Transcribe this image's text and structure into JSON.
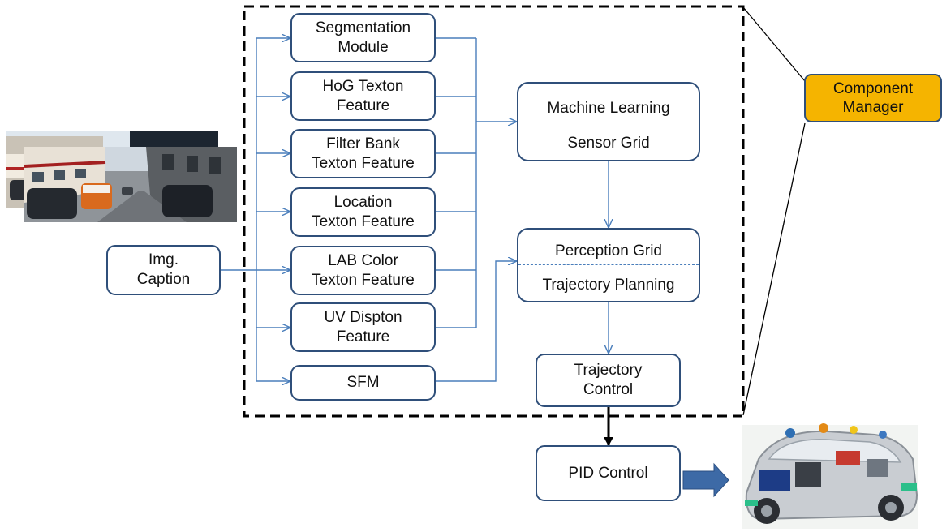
{
  "colors": {
    "node_border": "#2f4f7a",
    "connector": "#4a7ebb",
    "manager_fill": "#f5b400",
    "boundary": "#000000",
    "pid_arrow": "#3d6aa6"
  },
  "nodes": {
    "img_caption": [
      "Img.",
      "Caption"
    ],
    "segmentation": [
      "Segmentation",
      "Module"
    ],
    "hog": [
      "HoG Texton",
      "Feature"
    ],
    "filter_bank": [
      "Filter Bank",
      "Texton Feature"
    ],
    "location": [
      "Location",
      "Texton Feature"
    ],
    "lab_color": [
      "LAB Color",
      "Texton Feature"
    ],
    "uv_dispton": [
      "UV Dispton",
      "Feature"
    ],
    "sfm": [
      "SFM"
    ],
    "machine_learning": {
      "top": "Machine Learning",
      "bottom": "Sensor Grid"
    },
    "perception": {
      "top": "Perception Grid",
      "bottom": "Trajectory Planning"
    },
    "trajectory_control": [
      "Trajectory",
      "Control"
    ],
    "pid_control": [
      "PID Control"
    ],
    "component_manager": [
      "Component",
      "Manager"
    ]
  },
  "images": {
    "street_photos": "street-scene-photo",
    "vehicle": "sensor-equipped-car-illustration"
  }
}
